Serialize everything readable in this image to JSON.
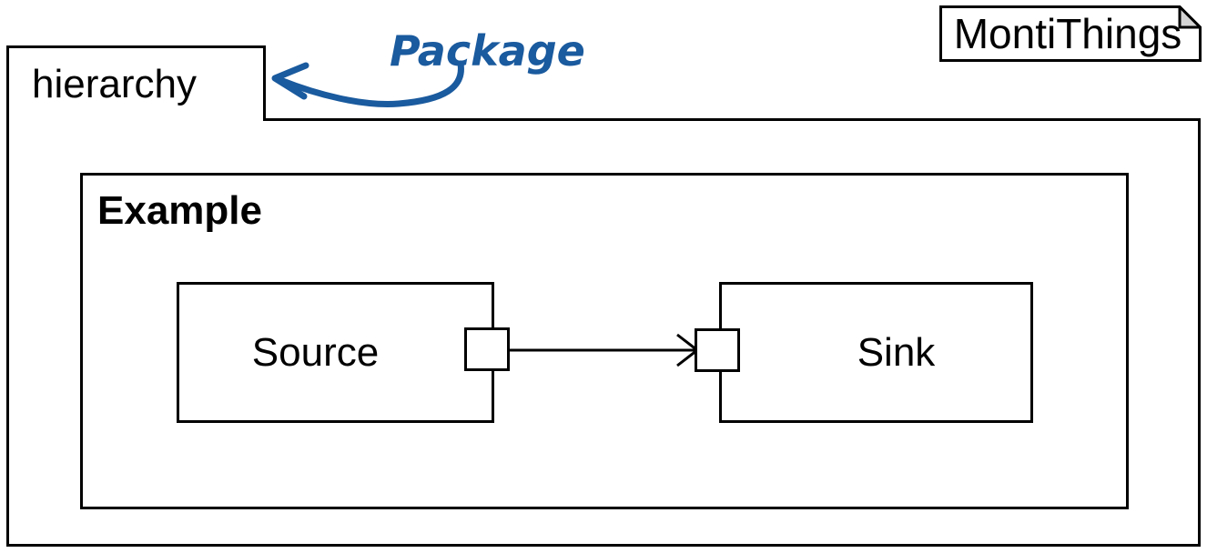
{
  "diagram": {
    "package": {
      "tab_label": "hierarchy"
    },
    "component": {
      "title": "Example",
      "subcomponents": [
        {
          "name": "Source",
          "port": "out-port"
        },
        {
          "name": "Sink",
          "port": "in-port"
        }
      ]
    },
    "connector": {
      "from": "Source",
      "to": "Sink",
      "arrow": "open-arrowhead"
    },
    "annotation": {
      "text": "Package",
      "color": "#1a5a9e",
      "arrow": "curved-arrow"
    },
    "note": {
      "text": "MontiThings",
      "corner": "folded-corner",
      "fold_color": "#d4d4d4"
    },
    "colors": {
      "stroke": "#000000",
      "background": "#ffffff",
      "accent": "#1a5a9e"
    }
  }
}
